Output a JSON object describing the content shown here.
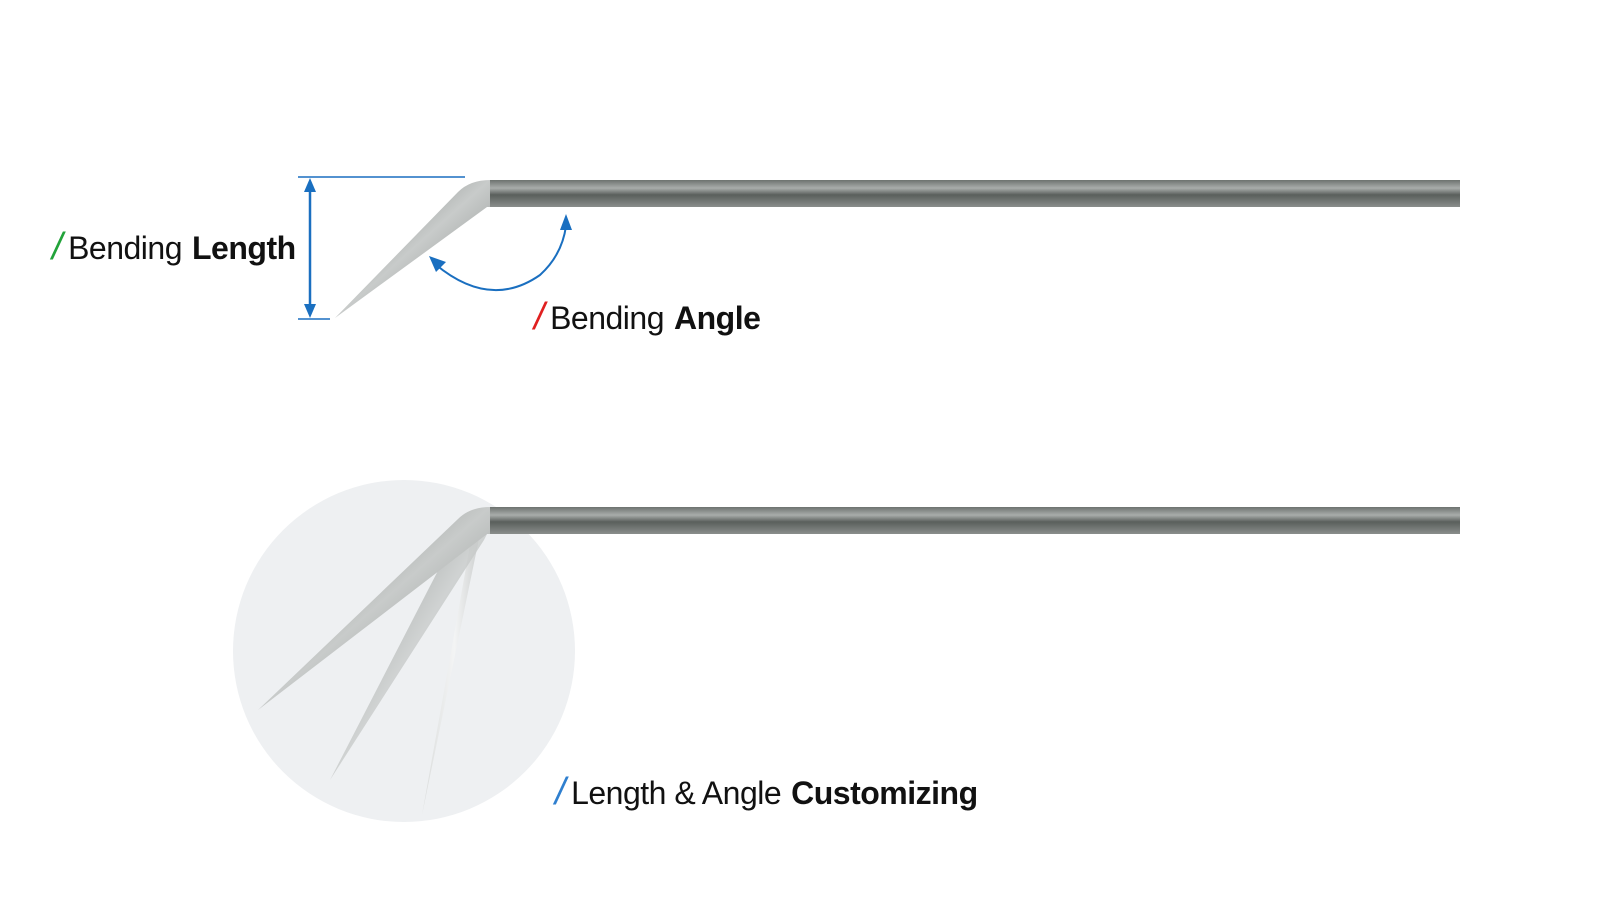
{
  "labels": {
    "bending_length": {
      "light": "Bending",
      "bold": "Length",
      "slash": "/",
      "slash_color": "#22a33a"
    },
    "bending_angle": {
      "light": "Bending",
      "bold": "Angle",
      "slash": "/",
      "slash_color": "#e02020"
    },
    "customizing": {
      "light": "Length & Angle",
      "bold": "Customizing",
      "slash": "/",
      "slash_color": "#2f7fcf"
    }
  },
  "colors": {
    "annotation": "#1a6fc0",
    "circle": "#eef0f2",
    "needle_dark": "#5d6360",
    "needle_light": "#c9cccb"
  }
}
